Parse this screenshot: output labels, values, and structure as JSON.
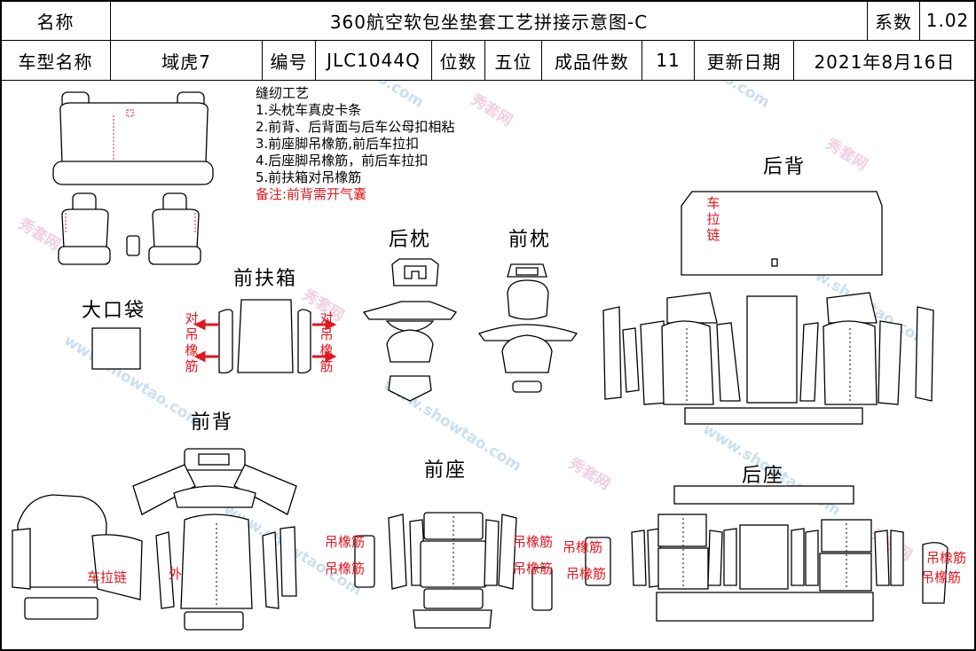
{
  "header": {
    "name_label": "名称",
    "title": "360航空软包坐垫套工艺拼接示意图-C",
    "coef_label": "系数",
    "coef_value": "1.02",
    "model_label": "车型名称",
    "model_value": "域虎7",
    "code_label": "编号",
    "code_value": "JLC1044Q",
    "seats_label": "位数",
    "seats_value": "五位",
    "pieces_label": "成品件数",
    "pieces_value": "11",
    "date_label": "更新日期",
    "date_value": "2021年8月16日"
  },
  "notes": {
    "heading": "缝纫工艺",
    "items": [
      "1.头枕车真皮卡条",
      "2.前背、后背面与后车公母扣相粘",
      "3.前座脚吊橡筋,前后车拉扣",
      "4.后座脚吊橡筋，前后车拉扣",
      "5.前扶箱对吊橡筋"
    ],
    "remark": "备注:前背需开气囊"
  },
  "sections": {
    "rear_back": "后背",
    "rear_headrest": "后枕",
    "front_headrest": "前枕",
    "front_armrest": "前扶箱",
    "big_pocket": "大口袋",
    "front_back": "前背",
    "front_seat": "前座",
    "rear_seat": "后座"
  },
  "annotations": {
    "zipper_vertical": "车拉链",
    "armrest_left": "对吊橡筋",
    "armrest_right": "对吊橡筋",
    "zipper_front_back": "车拉链",
    "outer": "外",
    "elastic_1": "吊橡筋",
    "elastic_2": "吊橡筋",
    "elastic_3": "吊橡筋",
    "elastic_4": "吊橡筋",
    "elastic_5": "吊橡筋",
    "elastic_6": "吊橡筋",
    "elastic_7": "吊橡筋",
    "elastic_8": "吊橡筋"
  },
  "watermark": {
    "cn": "秀套网",
    "url": "www.showtao.com"
  },
  "colors": {
    "annotation": "#e4161f",
    "watermark_pink": "#e7a9c9",
    "watermark_blue": "#9fc6e6"
  }
}
